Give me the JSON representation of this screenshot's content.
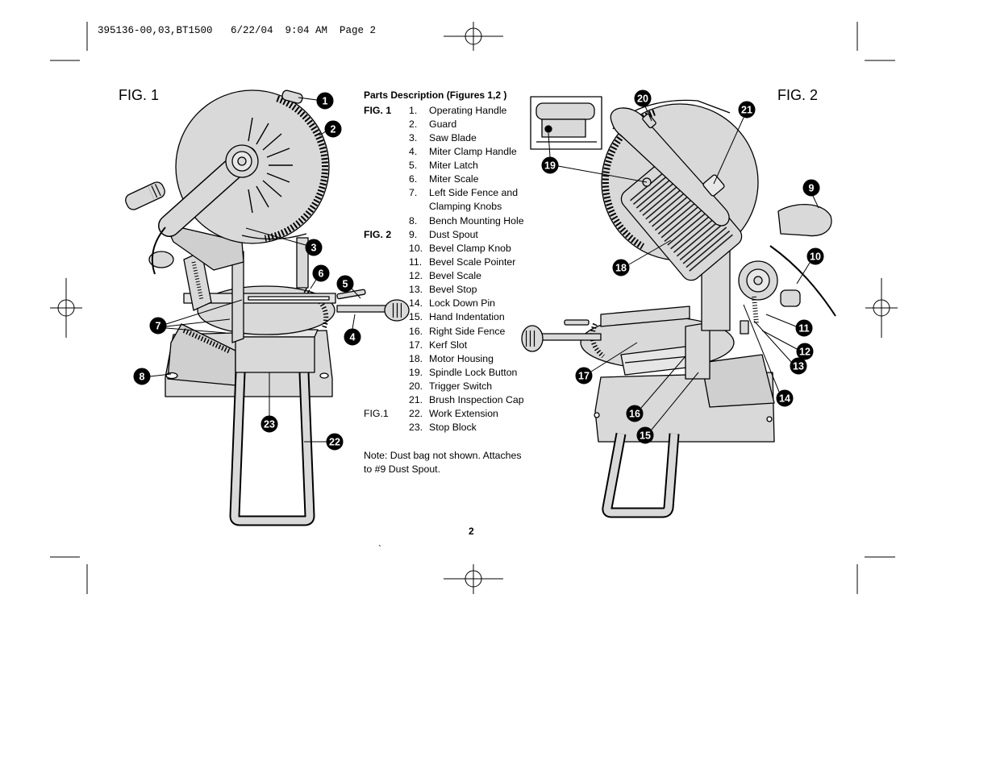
{
  "header": {
    "slug_line": "395136-00,03,BT1500   6/22/04  9:04 AM  Page 2"
  },
  "figures": {
    "fig1": {
      "title": "FIG. 1",
      "callouts": [
        "1",
        "2",
        "3",
        "4",
        "5",
        "6",
        "7",
        "8",
        "22",
        "23"
      ]
    },
    "fig2": {
      "title": "FIG. 2",
      "callouts": [
        "20",
        "21",
        "9",
        "19",
        "18",
        "10",
        "11",
        "12",
        "13",
        "14",
        "17",
        "16",
        "15"
      ]
    }
  },
  "parts": {
    "heading": "Parts Description (Figures 1,2 )",
    "rows": [
      {
        "group": "FIG. 1",
        "num": "1.",
        "label": "Operating Handle"
      },
      {
        "num": "2.",
        "label": "Guard"
      },
      {
        "num": "3.",
        "label": "Saw Blade"
      },
      {
        "num": "4.",
        "label": "Miter Clamp Handle"
      },
      {
        "num": "5.",
        "label": "Miter Latch"
      },
      {
        "num": "6.",
        "label": "Miter Scale"
      },
      {
        "num": "7.",
        "label": "Left Side Fence and"
      },
      {
        "label": "Clamping Knobs"
      },
      {
        "num": "8.",
        "label": "Bench Mounting Hole"
      },
      {
        "group": "FIG. 2",
        "num": "9.",
        "label": "Dust Spout"
      },
      {
        "num": "10.",
        "label": "Bevel Clamp Knob"
      },
      {
        "num": "11.",
        "label": "Bevel Scale Pointer"
      },
      {
        "num": "12.",
        "label": "Bevel Scale"
      },
      {
        "num": "13.",
        "label": "Bevel Stop"
      },
      {
        "num": "14.",
        "label": "Lock Down Pin"
      },
      {
        "num": "15.",
        "label": "Hand Indentation"
      },
      {
        "num": "16.",
        "label": "Right Side Fence"
      },
      {
        "num": "17.",
        "label": "Kerf Slot"
      },
      {
        "num": "18.",
        "label": "Motor Housing"
      },
      {
        "num": "19.",
        "label": "Spindle Lock Button"
      },
      {
        "num": "20.",
        "label": "Trigger Switch"
      },
      {
        "num": "21.",
        "label": "Brush Inspection Cap"
      },
      {
        "group": "FIG.1",
        "num": "22.",
        "label": "Work Extension"
      },
      {
        "num": "23.",
        "label": "Stop Block"
      }
    ]
  },
  "note": {
    "lines": [
      "Note: Dust bag not shown. Attaches",
      "to #9 Dust Spout."
    ]
  },
  "footer": {
    "page_number": "2",
    "stray_mark": "`"
  },
  "colors": {
    "ink": "#000000",
    "tool_fill": "#d9d9d9",
    "callout_text": "#ffffff"
  }
}
